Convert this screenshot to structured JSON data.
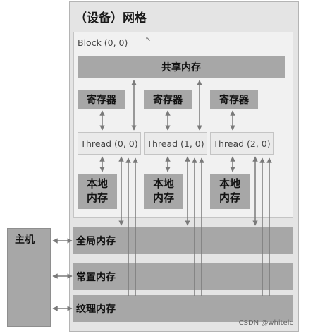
{
  "device": {
    "title": "（设备）网格"
  },
  "block": {
    "label": "Block (0, 0)"
  },
  "shared_memory": "共享内存",
  "registers": [
    "寄存器",
    "寄存器",
    "寄存器"
  ],
  "threads": [
    "Thread (0, 0)",
    "Thread (1, 0)",
    "Thread (2, 0)"
  ],
  "local_memory": [
    {
      "line1": "本地",
      "line2": "内存"
    },
    {
      "line1": "本地",
      "line2": "内存"
    },
    {
      "line1": "本地",
      "line2": "内存"
    }
  ],
  "global_memory": "全局内存",
  "constant_memory": "常置内存",
  "texture_memory": "纹理内存",
  "host": "主机",
  "watermark": "CSDN @whitelc",
  "colors": {
    "box_dark": "#a7a7a7",
    "device_bg": "#e4e4e4",
    "block_bg": "#f1f1f1",
    "arrow": "#7a7a7a"
  }
}
